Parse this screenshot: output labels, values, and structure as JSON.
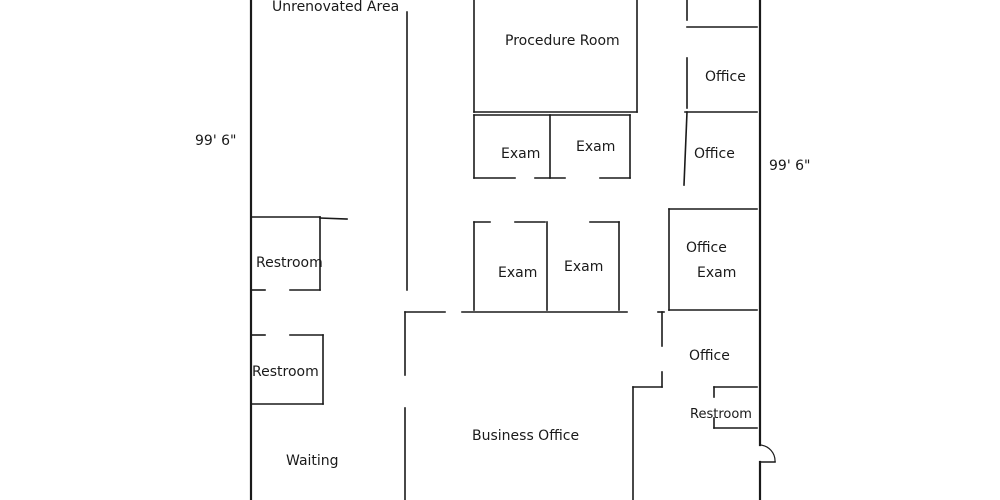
{
  "dimensions": {
    "left": "99' 6\"",
    "right": "99' 6\""
  },
  "rooms": {
    "unrenovated_area": "Unrenovated Area",
    "procedure_room": "Procedure Room",
    "office_top": "Office",
    "office_upper": "Office",
    "exam_1": "Exam",
    "exam_2": "Exam",
    "exam_3": "Exam",
    "exam_4": "Exam",
    "office_exam_office": "Office",
    "office_exam_exam": "Exam",
    "office_lower": "Office",
    "restroom_right": "Restroom",
    "restroom_upper": "Restroom",
    "restroom_lower": "Restroom",
    "business_office": "Business Office",
    "waiting": "Waiting"
  }
}
